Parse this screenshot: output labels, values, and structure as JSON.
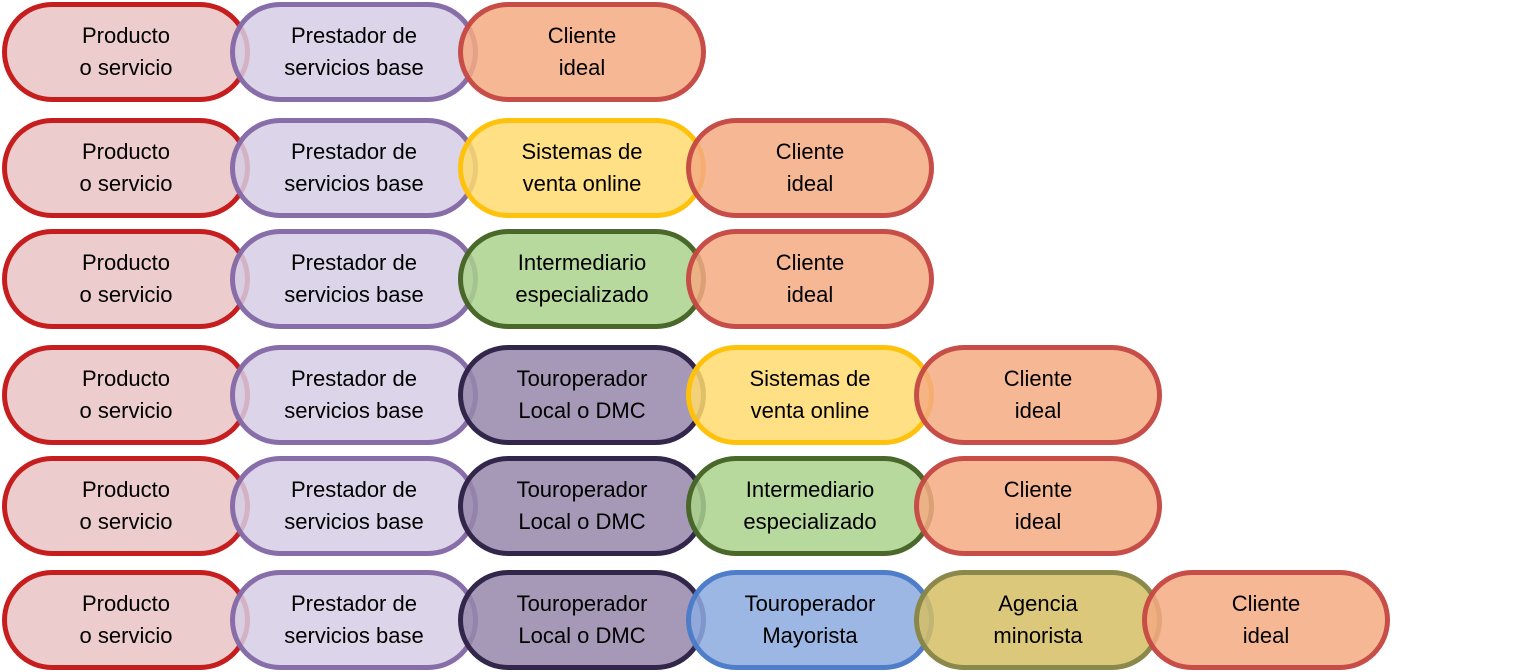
{
  "node_types": {
    "producto": {
      "label": "Producto\no servicio",
      "fill": "rgba(233,195,195,0.85)",
      "stroke": "rgba(192,0,0,0.85)"
    },
    "prestador": {
      "label": "Prestador de\nservicios base",
      "fill": "rgba(214,204,228,0.85)",
      "stroke": "rgba(128,100,162,0.9)"
    },
    "sistemas": {
      "label": "Sistemas de\nventa online",
      "fill": "rgba(255,218,110,0.85)",
      "stroke": "rgba(255,192,0,0.9)"
    },
    "intermediario": {
      "label": "Intermediario\nespecializado",
      "fill": "rgba(170,210,140,0.85)",
      "stroke": "rgba(62,92,30,0.9)"
    },
    "touroperador_local": {
      "label": "Touroperador\nLocal o DMC",
      "fill": "rgba(150,135,170,0.85)",
      "stroke": "rgba(38,28,64,0.9)"
    },
    "touroperador_mayorista": {
      "label": "Touroperador\nMayorista",
      "fill": "rgba(140,170,225,0.85)",
      "stroke": "rgba(70,120,200,0.9)"
    },
    "agencia": {
      "label": "Agencia\nminorista",
      "fill": "rgba(214,190,100,0.85)",
      "stroke": "rgba(130,130,70,0.9)"
    },
    "cliente": {
      "label": "Cliente\nideal",
      "fill": "rgba(244,170,130,0.85)",
      "stroke": "rgba(192,60,60,0.85)"
    }
  },
  "chains": [
    {
      "name": "chain-1",
      "steps": [
        "producto",
        "prestador",
        "cliente"
      ]
    },
    {
      "name": "chain-2",
      "steps": [
        "producto",
        "prestador",
        "sistemas",
        "cliente"
      ]
    },
    {
      "name": "chain-3",
      "steps": [
        "producto",
        "prestador",
        "intermediario",
        "cliente"
      ]
    },
    {
      "name": "chain-4",
      "steps": [
        "producto",
        "prestador",
        "touroperador_local",
        "sistemas",
        "cliente"
      ]
    },
    {
      "name": "chain-5",
      "steps": [
        "producto",
        "prestador",
        "touroperador_local",
        "intermediario",
        "cliente"
      ]
    },
    {
      "name": "chain-6",
      "steps": [
        "producto",
        "prestador",
        "touroperador_local",
        "touroperador_mayorista",
        "agencia",
        "cliente"
      ]
    }
  ]
}
